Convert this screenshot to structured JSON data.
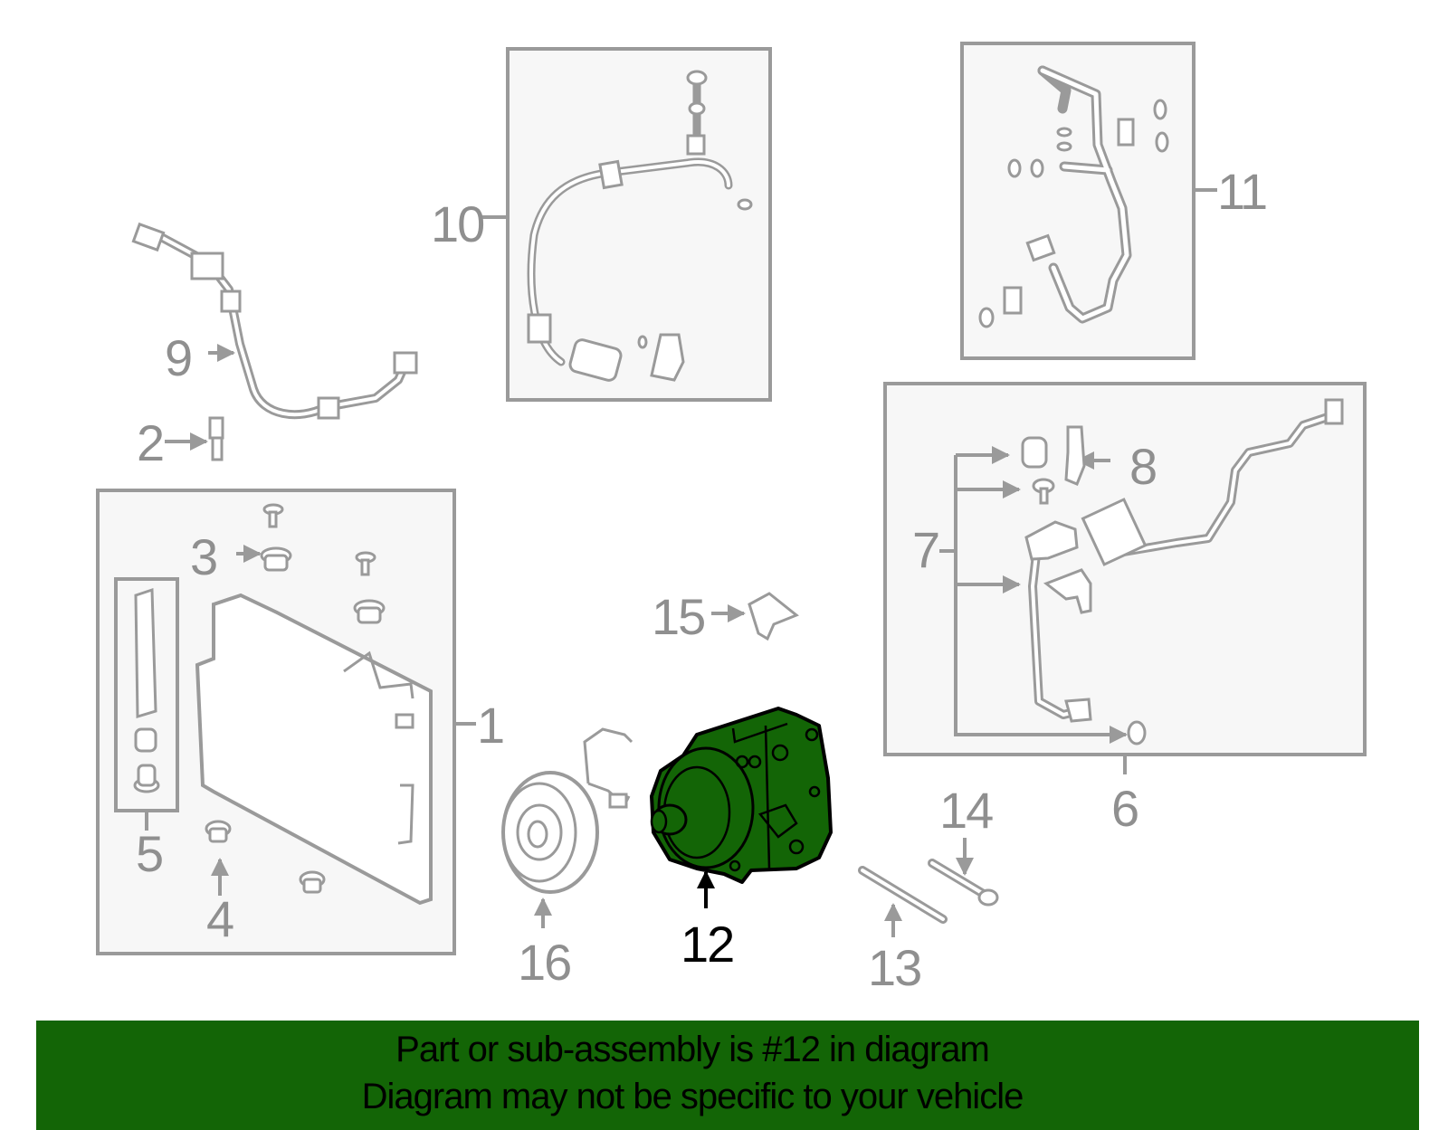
{
  "diagram": {
    "highlighted_part": "12",
    "colors": {
      "line_gray": "#9a9a9a",
      "box_fill": "#f7f7f7",
      "highlight_fill": "#136506",
      "highlight_stroke": "#000000",
      "banner_bg": "#136506"
    },
    "callouts": [
      {
        "id": "1",
        "label": "1"
      },
      {
        "id": "2",
        "label": "2"
      },
      {
        "id": "3",
        "label": "3"
      },
      {
        "id": "4",
        "label": "4"
      },
      {
        "id": "5",
        "label": "5"
      },
      {
        "id": "6",
        "label": "6"
      },
      {
        "id": "7",
        "label": "7"
      },
      {
        "id": "8",
        "label": "8"
      },
      {
        "id": "9",
        "label": "9"
      },
      {
        "id": "10",
        "label": "10"
      },
      {
        "id": "11",
        "label": "11"
      },
      {
        "id": "12",
        "label": "12"
      },
      {
        "id": "13",
        "label": "13"
      },
      {
        "id": "14",
        "label": "14"
      },
      {
        "id": "15",
        "label": "15"
      },
      {
        "id": "16",
        "label": "16"
      }
    ]
  },
  "banner": {
    "line1": "Part or sub-assembly is #12 in diagram",
    "line2": "Diagram may not be specific to your vehicle"
  }
}
